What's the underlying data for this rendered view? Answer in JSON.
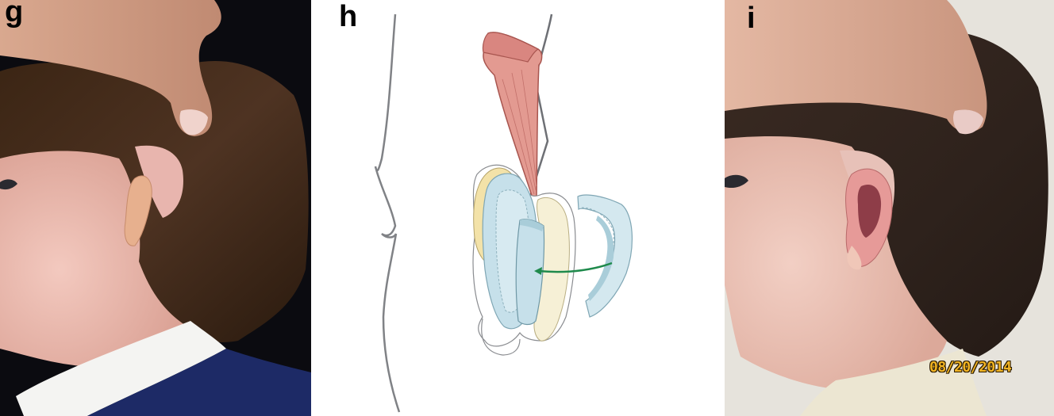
{
  "figure": {
    "panels": [
      {
        "label": "g",
        "type": "photo",
        "description": "Preoperative left lateral view of a child with microtia; examiner's hand lifting hair above ear remnant",
        "background": "#0b0b10"
      },
      {
        "label": "h",
        "type": "illustration",
        "description": "Schematic of ear reconstruction: temporoparietal fascia flap (pink) over carved cartilage framework (blue) with separate cartilage piece rotated into place (green arrow)",
        "colors": {
          "fascia_flap": "#e0928a",
          "cartilage": "#c6e0ea",
          "cartilage_shadow": "#a9cdd9",
          "skin_base": "#f3ecc8",
          "outline": "#808286",
          "arrow": "#1f8a4c"
        }
      },
      {
        "label": "i",
        "type": "photo",
        "description": "Postoperative left lateral view showing reconstructed ear",
        "background": "#e6e3dc",
        "date_stamp": "08/20/2014",
        "date_stamp_color": "#f0b323"
      }
    ]
  }
}
